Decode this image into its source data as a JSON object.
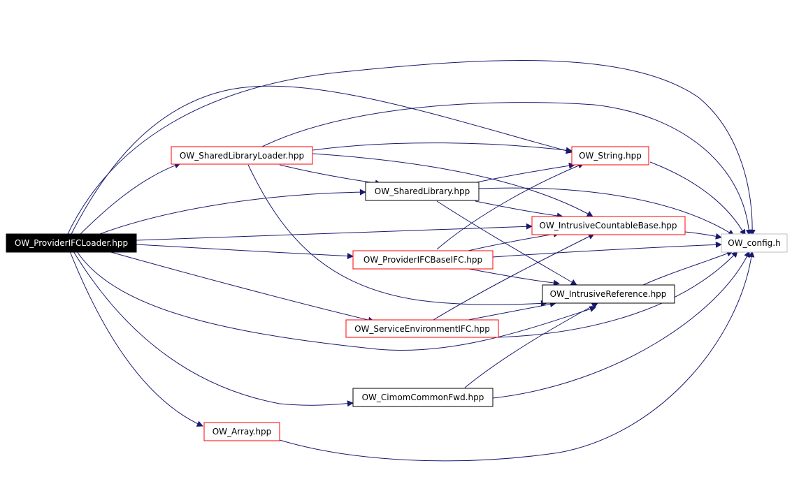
{
  "colors": {
    "edge": "#191970",
    "root_fill": "#000000",
    "root_text": "#ffffff",
    "red_border": "#ff0000",
    "black_border": "#000000",
    "gray_border": "#bfbfbf",
    "node_text": "#000000"
  },
  "nodes": {
    "root": "OW_ProviderIFCLoader.hpp",
    "shared_library_loader": "OW_SharedLibraryLoader.hpp",
    "string": "OW_String.hpp",
    "shared_library": "OW_SharedLibrary.hpp",
    "intrusive_countable_base": "OW_IntrusiveCountableBase.hpp",
    "config": "OW_config.h",
    "provider_ifc_base_ifc": "OW_ProviderIFCBaseIFC.hpp",
    "intrusive_reference": "OW_IntrusiveReference.hpp",
    "service_environment_ifc": "OW_ServiceEnvironmentIFC.hpp",
    "cimom_common_fwd": "OW_CimomCommonFwd.hpp",
    "array": "OW_Array.hpp"
  }
}
